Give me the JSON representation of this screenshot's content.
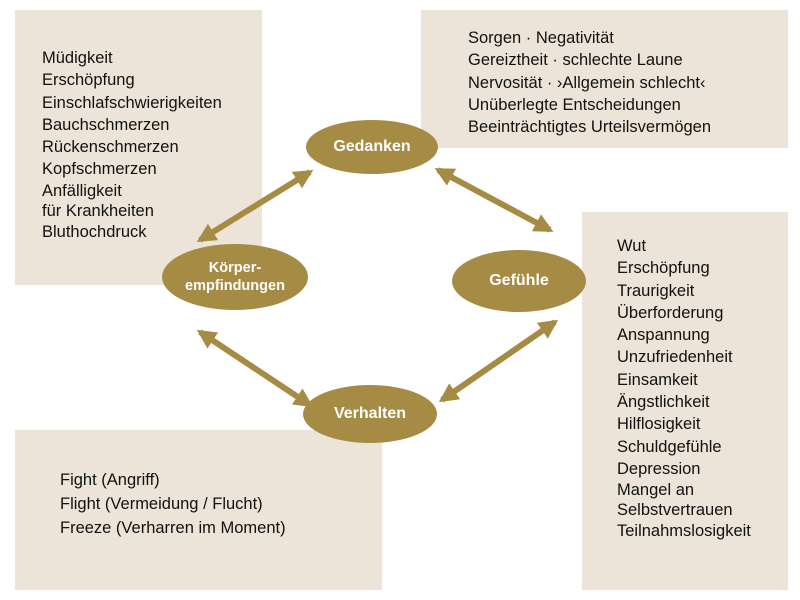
{
  "colors": {
    "accent": "#a68b45",
    "box": "#ece4d8",
    "text": "#111111"
  },
  "nodes": {
    "thoughts": "Gedanken",
    "feelings": "Gefühle",
    "behavior": "Verhalten",
    "body_line1": "Körper-",
    "body_line2": "empfindungen"
  },
  "boxes": {
    "body": [
      "Müdigkeit",
      "Erschöpfung",
      "Einschlafschwierigkeiten",
      "Bauchschmerzen",
      "Rückenschmerzen",
      "Kopfschmerzen",
      "Anfälligkeit",
      "für Krankheiten",
      "Bluthochdruck"
    ],
    "thoughts": [
      "Sorgen · Negativität",
      "Gereiztheit · schlechte Laune",
      "Nervosität · ›Allgemein schlecht‹",
      "Unüberlegte Entscheidungen",
      "Beeinträchtigtes Urteilsvermögen"
    ],
    "feelings": [
      "Wut",
      "Erschöpfung",
      "Traurigkeit",
      "Überforderung",
      "Anspannung",
      "Unzufriedenheit",
      "Einsamkeit",
      "Ängstlichkeit",
      "Hilflosigkeit",
      "Schuldgefühle",
      "Depression",
      "Mangel an",
      "Selbstvertrauen",
      "Teilnahmslosigkeit"
    ],
    "behavior": [
      "Fight (Angriff)",
      "Flight (Vermeidung / Flucht)",
      "Freeze (Verharren im Moment)"
    ]
  }
}
